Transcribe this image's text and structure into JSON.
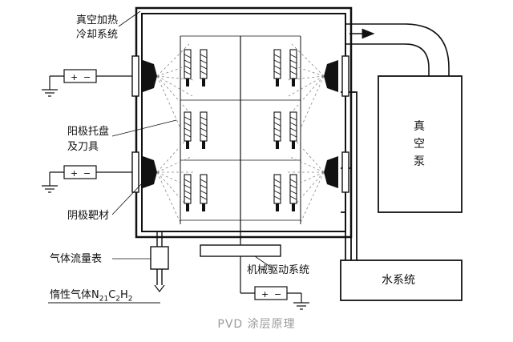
{
  "labels": {
    "vacuum_heating": [
      "真空加热",
      "冷却系统"
    ],
    "cathode_tray": [
      "阳极托盘",
      "及刀具"
    ],
    "cathode_target": "阴极靶材",
    "gas_flowmeter": "气体流量表",
    "inert_gas_prefix": "惰性气体N",
    "inert_gas_sub1": "21",
    "inert_gas_mid": "C",
    "inert_gas_sub2": "2",
    "inert_gas_h": "H",
    "inert_gas_sub3": "2",
    "mech_drive": "机械驱动系统",
    "vacuum_pump": [
      "真",
      "空",
      "泵"
    ],
    "water_system": "水系统",
    "caption": "PVD 涂层原理"
  },
  "power_supply_symbols": {
    "plus": "+",
    "minus": "−"
  },
  "icons": [
    "power-supply-icon",
    "ground-icon",
    "flow-arrow-icon",
    "cutting-tool-icon",
    "plasma-source-icon"
  ]
}
